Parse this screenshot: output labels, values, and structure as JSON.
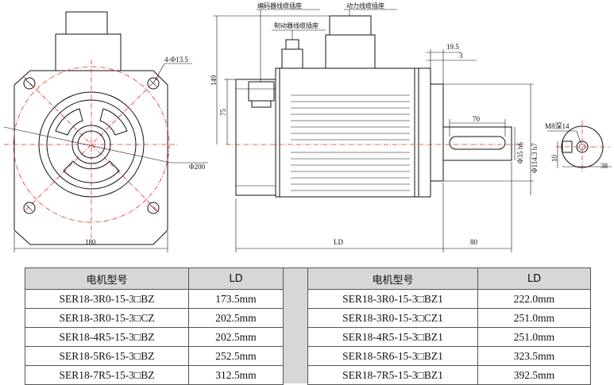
{
  "drawing": {
    "labels": {
      "encoder_connector": "编码器线缆插座",
      "power_connector": "动力线缆插座",
      "brake_connector": "制动器线缆插座"
    },
    "dimensions": {
      "holes": "4-Φ13.5",
      "pcd": "Φ200",
      "flange_width": "180",
      "height_149": "149",
      "height_75": "75",
      "dim_19_5": "19.5",
      "dim_3": "3",
      "key_len": "70",
      "shaft_dia": "Φ35 h6",
      "spigot_dia": "Φ114.3 h7",
      "body_len": "LD",
      "shaft_len": "80",
      "thread": "M8深14",
      "key_width": "10",
      "key_height": "38"
    }
  },
  "tables": {
    "left": {
      "headers": [
        "电机型号",
        "LD"
      ],
      "rows": [
        [
          "SER18-3R0-15-3□BZ",
          "173.5mm"
        ],
        [
          "SER18-3R0-15-3□CZ",
          "202.5mm"
        ],
        [
          "SER18-4R5-15-3□BZ",
          "202.5mm"
        ],
        [
          "SER18-5R6-15-3□BZ",
          "252.5mm"
        ],
        [
          "SER18-7R5-15-3□BZ",
          "312.5mm"
        ]
      ]
    },
    "right": {
      "headers": [
        "电机型号",
        "LD"
      ],
      "rows": [
        [
          "SER18-3R0-15-3□BZ1",
          "222.0mm"
        ],
        [
          "SER18-3R0-15-3□CZ1",
          "251.0mm"
        ],
        [
          "SER18-4R5-15-3□BZ1",
          "251.0mm"
        ],
        [
          "SER18-5R6-15-3□BZ1",
          "323.5mm"
        ],
        [
          "SER18-7R5-15-3□BZ1",
          "392.5mm"
        ]
      ]
    }
  }
}
